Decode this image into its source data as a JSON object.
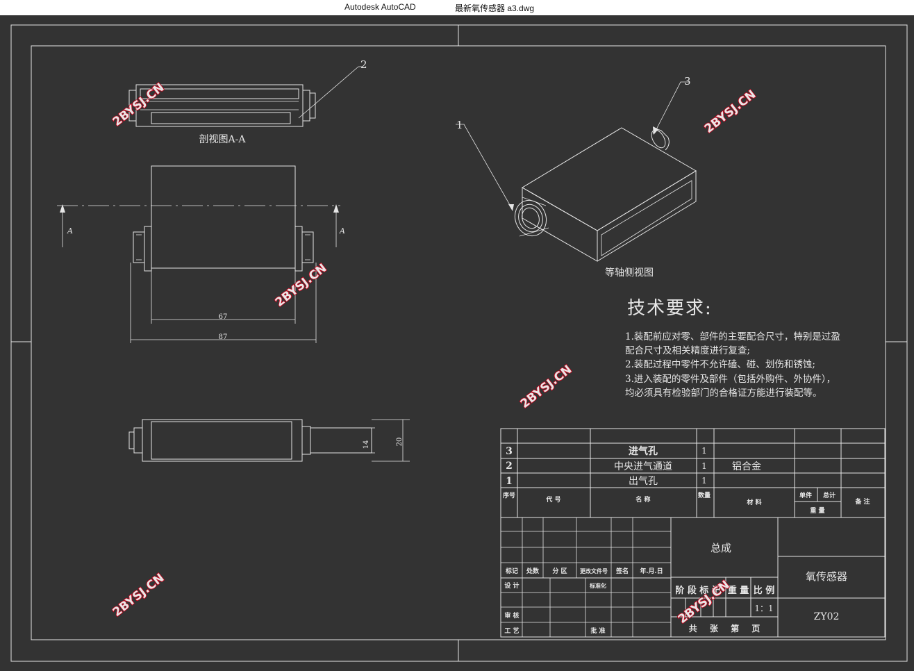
{
  "window": {
    "app_name": "Autodesk AutoCAD",
    "file_name": "最新氧传感器 a3.dwg"
  },
  "drawing": {
    "views": {
      "section_label": "剖视图A-A",
      "iso_label": "等轴侧视图",
      "section_mark": "A"
    },
    "dimensions": {
      "d67": "67",
      "d87": "87",
      "d14": "14",
      "d20": "20"
    },
    "balloons": {
      "b1": "1",
      "b2": "2",
      "b3": "3"
    },
    "tech": {
      "title": "技术要求:",
      "lines": [
        "1.装配前应对零、部件的主要配合尺寸，特别是过盈",
        "配合尺寸及相关精度进行复查;",
        "2.装配过程中零件不允许磕、碰、划伤和锈蚀;",
        "3.进入装配的零件及部件（包括外购件、外协件），",
        "均必须具有检验部门的合格证方能进行装配等。"
      ]
    },
    "bom": {
      "rows": [
        {
          "no": "3",
          "name": "进气孔",
          "qty": "1",
          "material": ""
        },
        {
          "no": "2",
          "name": "中央进气通道",
          "qty": "1",
          "material": "铝合金"
        },
        {
          "no": "1",
          "name": "出气孔",
          "qty": "1",
          "material": ""
        }
      ],
      "header": {
        "no": "序号",
        "code": "代 号",
        "name": "名 称",
        "qty": "数量",
        "material": "材 料",
        "unit": "单件",
        "total": "总计",
        "weight": "重 量",
        "remark": "备 注"
      }
    },
    "title_block": {
      "assembly": "总成",
      "part_name": "氧传感器",
      "drawing_no": "ZY02",
      "scale": "1：1",
      "stage": "阶 段 标 记",
      "weight": "重 量",
      "ratio": "比 例",
      "sheets": "共 张 第 页",
      "mark": "标记",
      "count": "处数",
      "zone": "分 区",
      "change_doc": "更改文件号",
      "sign": "签名",
      "date": "年.月.日",
      "design": "设 计",
      "standard": "标准化",
      "review": "审 核",
      "process": "工 艺",
      "approve": "批 准"
    },
    "watermark": "2BYSJ.CN"
  },
  "colors": {
    "background": "#333333",
    "linework": "#e6e6e6",
    "watermark_outline": "#d0021b"
  }
}
